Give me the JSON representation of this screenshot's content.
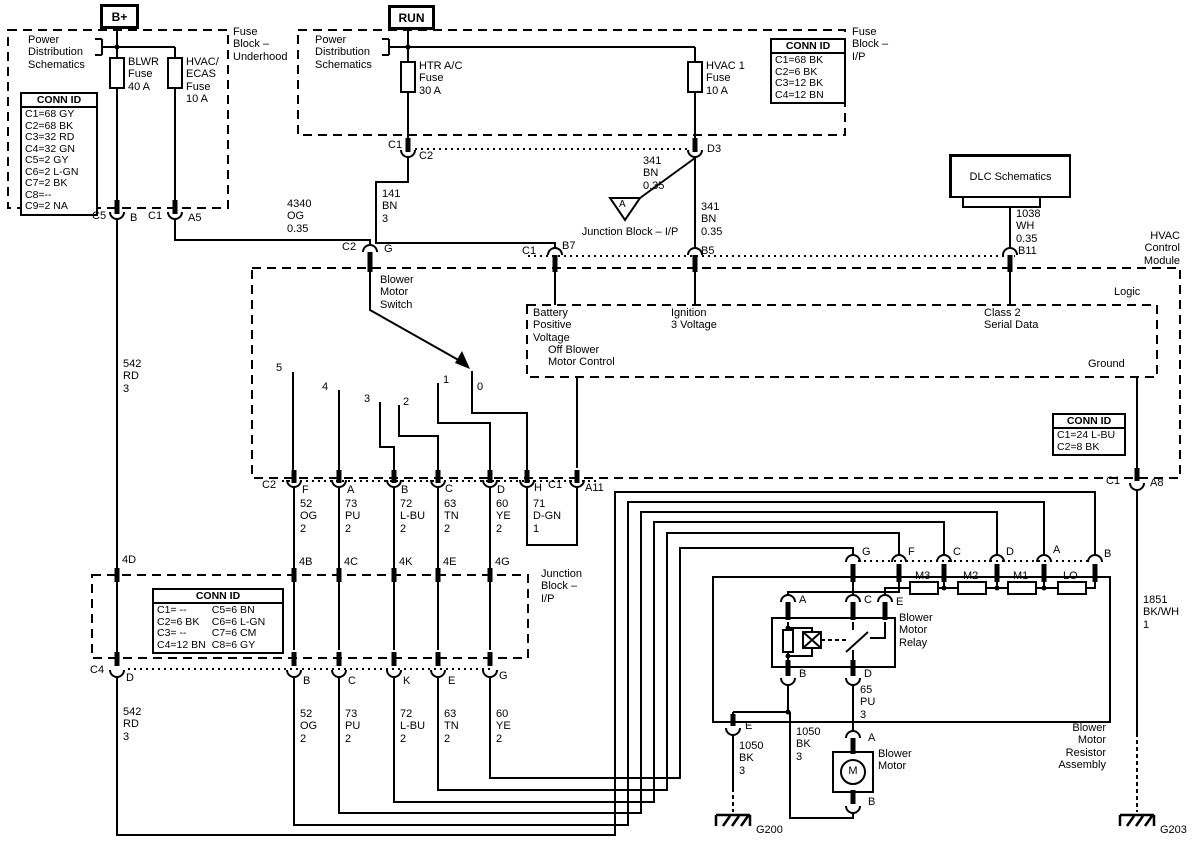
{
  "b_plus": "B+",
  "run": "RUN",
  "underhood": {
    "block_label": [
      "Fuse",
      "Block –",
      "Underhood"
    ],
    "ref_label": [
      "Power",
      "Distribution",
      "Schematics"
    ],
    "fuse1": [
      "BLWR",
      "Fuse",
      "40 A"
    ],
    "fuse2": [
      "HVAC/",
      "ECAS",
      "Fuse",
      "10 A"
    ],
    "conn_id": {
      "header": "CONN ID",
      "rows": [
        "C1=68 GY",
        "C2=68 BK",
        "C3=32 RD",
        "C4=32 GN",
        "C5=2 GY",
        "C6=2 L-GN",
        "C7=2 BK",
        "C8=--",
        "C9=2 NA"
      ]
    },
    "conn1_left": "C5",
    "conn1_right": "B",
    "conn2_left": "C1",
    "conn2_right": "A5"
  },
  "ip_block": {
    "block_label": [
      "Fuse",
      "Block –",
      "I/P"
    ],
    "ref_label": [
      "Power",
      "Distribution",
      "Schematics"
    ],
    "fuse1": [
      "HTR A/C",
      "Fuse",
      "30 A"
    ],
    "fuse2": [
      "HVAC 1",
      "Fuse",
      "10 A"
    ],
    "conn_id": {
      "header": "CONN ID",
      "rows": [
        "C1=68 BK",
        "C2=6 BK",
        "C3=12 BK",
        "C4=12 BN"
      ]
    },
    "conn1_left": "C1",
    "conn1_right": "C2",
    "conn2_right": "D3"
  },
  "wire_labels": {
    "w4340": [
      "4340",
      "OG",
      "0.35"
    ],
    "w141": [
      "141",
      "BN",
      "3"
    ],
    "w341_a": [
      "341",
      "BN",
      "0.35"
    ],
    "w341_b": [
      "341",
      "BN",
      "0.35"
    ],
    "w542_top": [
      "542",
      "RD",
      "3"
    ],
    "w542_bottom": [
      "542",
      "RD",
      "3"
    ],
    "w1038": [
      "1038",
      "WH",
      "0.35"
    ],
    "w65": [
      "65",
      "PU",
      "3"
    ],
    "w1050_left": [
      "1050",
      "BK",
      "3"
    ],
    "w1050_right": [
      "1050",
      "BK",
      "3"
    ],
    "w1851": [
      "1851",
      "BK/WH",
      "1"
    ],
    "switch_row": [
      [
        "52",
        "OG",
        "2"
      ],
      [
        "73",
        "PU",
        "2"
      ],
      [
        "72",
        "L-BU",
        "2"
      ],
      [
        "63",
        "TN",
        "2"
      ],
      [
        "60",
        "YE",
        "2"
      ],
      [
        "71",
        "D-GN",
        "1"
      ]
    ],
    "jb_row": [
      [
        "52",
        "OG",
        "2"
      ],
      [
        "73",
        "PU",
        "2"
      ],
      [
        "72",
        "L-BU",
        "2"
      ],
      [
        "63",
        "TN",
        "2"
      ],
      [
        "60",
        "YE",
        "2"
      ]
    ]
  },
  "junction_triangle": {
    "letter": "A",
    "label": "Junction Block – I/P"
  },
  "dlc": {
    "label": "DLC Schematics"
  },
  "hvac": {
    "module_label": [
      "HVAC",
      "Control",
      "Module"
    ],
    "logic": "Logic",
    "battery": [
      "Battery",
      "Positive",
      "Voltage"
    ],
    "ignition": [
      "Ignition",
      "3 Voltage"
    ],
    "class2": [
      "Class 2",
      "Serial Data"
    ],
    "off_blower": [
      "Off Blower",
      "Motor Control"
    ],
    "ground": "Ground",
    "conn_id": {
      "header": "CONN ID",
      "rows": [
        "C1=24 L-BU",
        "C2=8 BK"
      ]
    },
    "b7_left": "C1",
    "b7": "B7",
    "b5": "B5",
    "b11": "B11",
    "a8_left": "C1",
    "a8": "A8"
  },
  "switch": {
    "label": [
      "Blower",
      "Motor",
      "Switch"
    ],
    "in_left": "C2",
    "in_right": "G",
    "positions": [
      "5",
      "4",
      "3",
      "2",
      "1",
      "0"
    ],
    "row_c2": "C2",
    "row_pins": [
      "F",
      "A",
      "B",
      "C",
      "D",
      "H"
    ],
    "row_c1": "C1",
    "row_a11": "A11"
  },
  "jb": {
    "label": [
      "Junction",
      "Block –",
      "I/P"
    ],
    "conn_id": {
      "header": "CONN ID",
      "col1": [
        "C1= --",
        "C2=6 BK",
        "C3= --",
        "C4=12 BN"
      ],
      "col2": [
        "C5=6 BN",
        "C6=6 L-GN",
        "C7=6 CM",
        "C8=6 GY"
      ]
    },
    "top_pins": [
      "4D",
      "4B",
      "4C",
      "4K",
      "4E",
      "4G"
    ],
    "bot_c4": "C4",
    "bot_pins": [
      "D",
      "B",
      "C",
      "K",
      "E",
      "G"
    ]
  },
  "assembly": {
    "label": [
      "Blower",
      "Motor",
      "Resistor",
      "Assembly"
    ],
    "pins": [
      "G",
      "F",
      "C",
      "D",
      "A",
      "B"
    ],
    "resistors": [
      "M3",
      "M2",
      "M1",
      "LO"
    ]
  },
  "relay": {
    "label": [
      "Blower",
      "Motor",
      "Relay"
    ],
    "a": "A",
    "c": "C",
    "e": "E",
    "b": "B",
    "d": "D"
  },
  "motor": {
    "label": [
      "Blower",
      "Motor"
    ],
    "a": "A",
    "b": "B",
    "m": "M"
  },
  "grounds": {
    "g200": "G200",
    "g203": "G203",
    "e": "E"
  }
}
